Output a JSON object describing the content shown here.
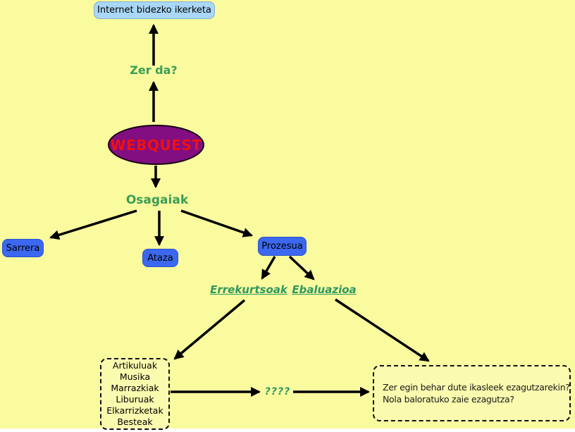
{
  "diagram": {
    "title_box": {
      "label": "Internet bidezko ikerketa"
    },
    "question_heading": {
      "label": "Zer da?"
    },
    "center_node": {
      "label": "WEBQUEST"
    },
    "components_heading": {
      "label": "Osagaiak"
    },
    "component_boxes": [
      {
        "label": "Sarrera"
      },
      {
        "label": "Ataza"
      },
      {
        "label": "Prozesua"
      }
    ],
    "process_children": [
      {
        "label": "Errekurtsoak"
      },
      {
        "label": "Ebaluazioa"
      }
    ],
    "resource_list": {
      "items": [
        "Artikuluak",
        "Musika",
        "Marrazkiak",
        "Liburuak",
        "Elkarrizketak",
        "Besteak"
      ]
    },
    "mystery_label": {
      "label": "????"
    },
    "evaluation_box": {
      "line1": "Zer egin behar dute ikasleek ezagutzarekin?",
      "line2": "Nola baloratuko zaie ezagutza?"
    },
    "colors": {
      "background": "#fafa9e",
      "node_blue": "#3b68ef",
      "node_light_blue": "#a9d7f5",
      "ellipse_purple": "#820e82",
      "heading_green": "#3a9e56",
      "center_text_red": "#ee1111",
      "arrow_black": "#000000"
    }
  }
}
